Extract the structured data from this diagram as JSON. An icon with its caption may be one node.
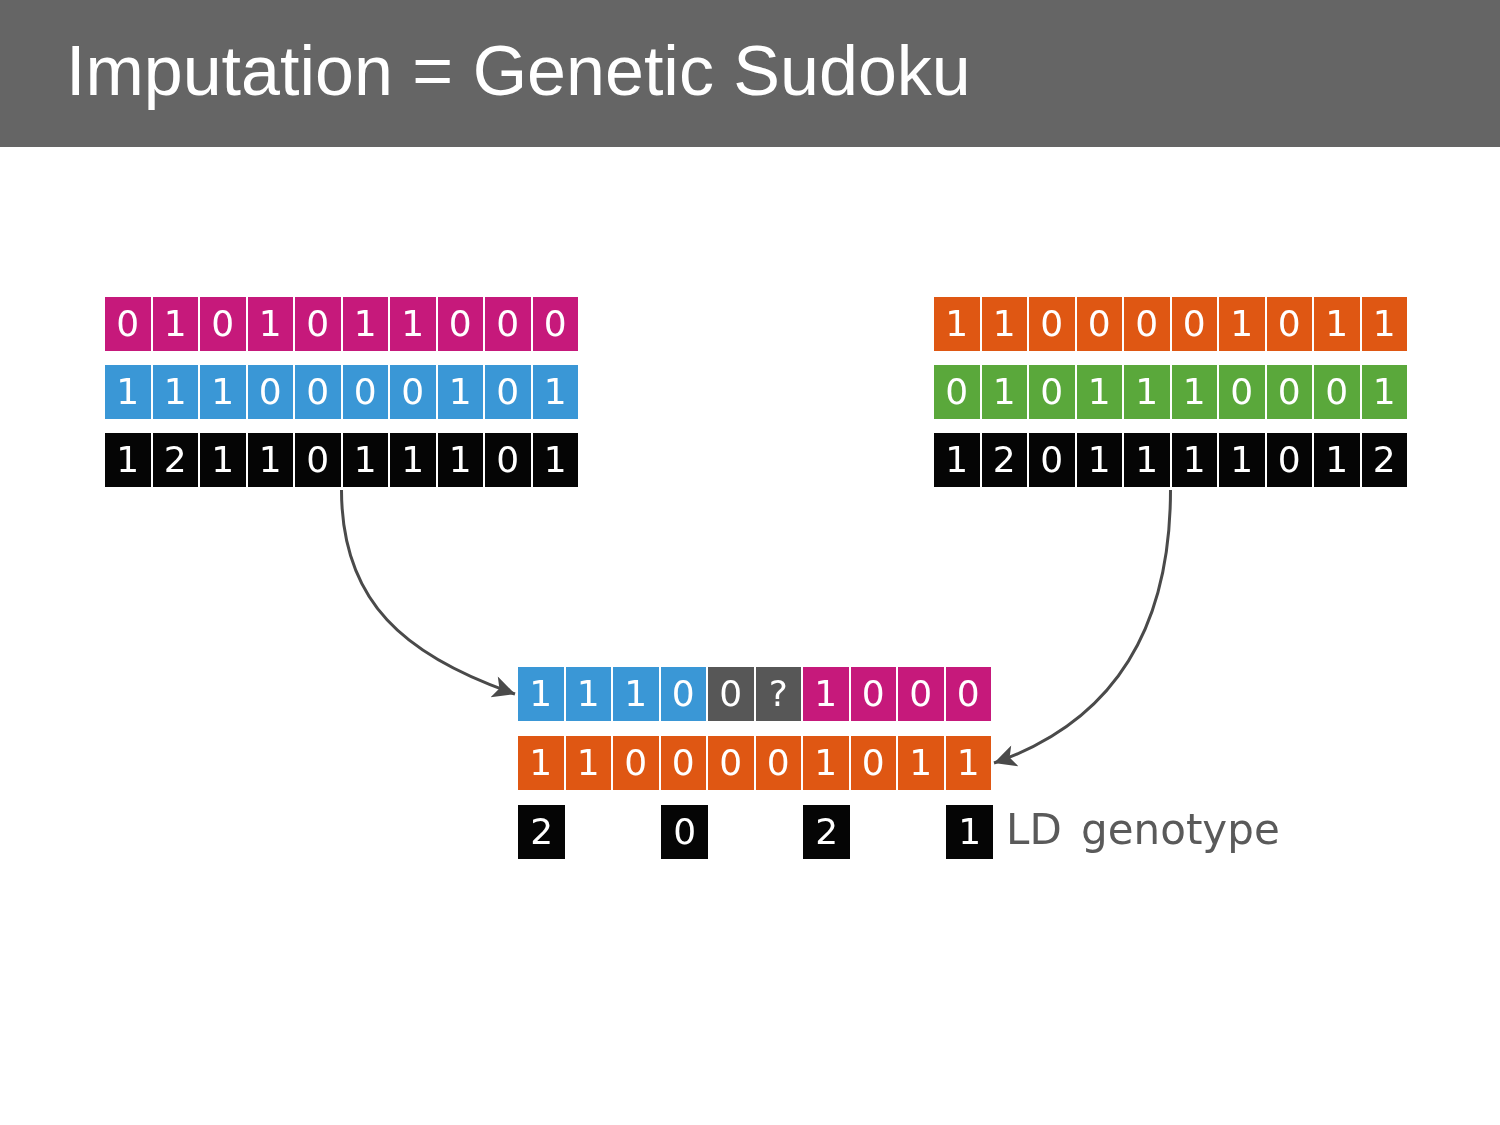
{
  "diagram": {
    "title": "Imputation = Genetic Sudoku",
    "nodes": [
      {
        "text": [
          "0",
          "1",
          "0",
          "1",
          "0",
          "1",
          "1",
          "0",
          "0",
          "0"
        ]
      },
      {
        "text": [
          "1",
          "1",
          "1",
          "0",
          "0",
          "0",
          "0",
          "1",
          "0",
          "1"
        ]
      },
      {
        "text": [
          "1",
          "2",
          "1",
          "1",
          "0",
          "1",
          "1",
          "1",
          "0",
          "1"
        ]
      },
      {
        "text": [
          "1",
          "1",
          "0",
          "0",
          "0",
          "0",
          "1",
          "0",
          "1",
          "1"
        ]
      },
      {
        "text": [
          "0",
          "1",
          "0",
          "1",
          "1",
          "1",
          "0",
          "0",
          "0",
          "1"
        ]
      },
      {
        "text": [
          "1",
          "2",
          "0",
          "1",
          "1",
          "1",
          "1",
          "0",
          "1",
          "2"
        ]
      },
      {
        "text": [
          "1",
          "1",
          "1",
          "0",
          "0",
          "?",
          "1",
          "0",
          "0",
          "0"
        ]
      },
      {
        "text": [
          "1",
          "1",
          "0",
          "0",
          "0",
          "0",
          "1",
          "0",
          "1",
          "1"
        ]
      },
      {
        "text": [
          "2"
        ]
      },
      {
        "text": [
          "0"
        ]
      },
      {
        "text": [
          "2"
        ]
      },
      {
        "text": [
          "1"
        ]
      }
    ],
    "edges": [
      {
        "from": 2,
        "to": 6,
        "arrow": "to"
      },
      {
        "from": 5,
        "to": 7,
        "arrow": "to"
      }
    ],
    "labels": [
      "LD genotype"
    ]
  }
}
